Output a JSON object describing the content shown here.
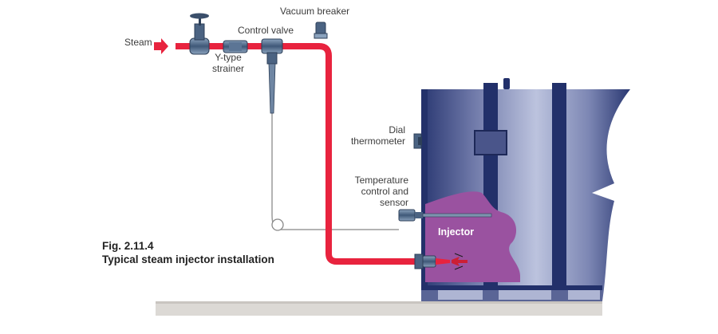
{
  "labels": {
    "steam": "Steam",
    "vacuum_breaker": "Vacuum breaker",
    "control_valve": "Control valve",
    "y_strainer_line1": "Y-type",
    "y_strainer_line2": "strainer",
    "dial_thermometer_line1": "Dial",
    "dial_thermometer_line2": "thermometer",
    "temp_control_line1": "Temperature",
    "temp_control_line2": "control and",
    "temp_control_line3": "sensor",
    "injector": "Injector"
  },
  "caption": {
    "figure_number": "Fig. 2.11.4",
    "title": "Typical steam injector installation"
  },
  "colors": {
    "steam_pipe": "#e8233e",
    "tank_dark": "#23316a",
    "tank_mid": "#5a6596",
    "tank_light": "#b7bedb",
    "liquid": "#9a52a0",
    "floor": "#d9d6d2",
    "fitting": "#4f6a8a"
  }
}
